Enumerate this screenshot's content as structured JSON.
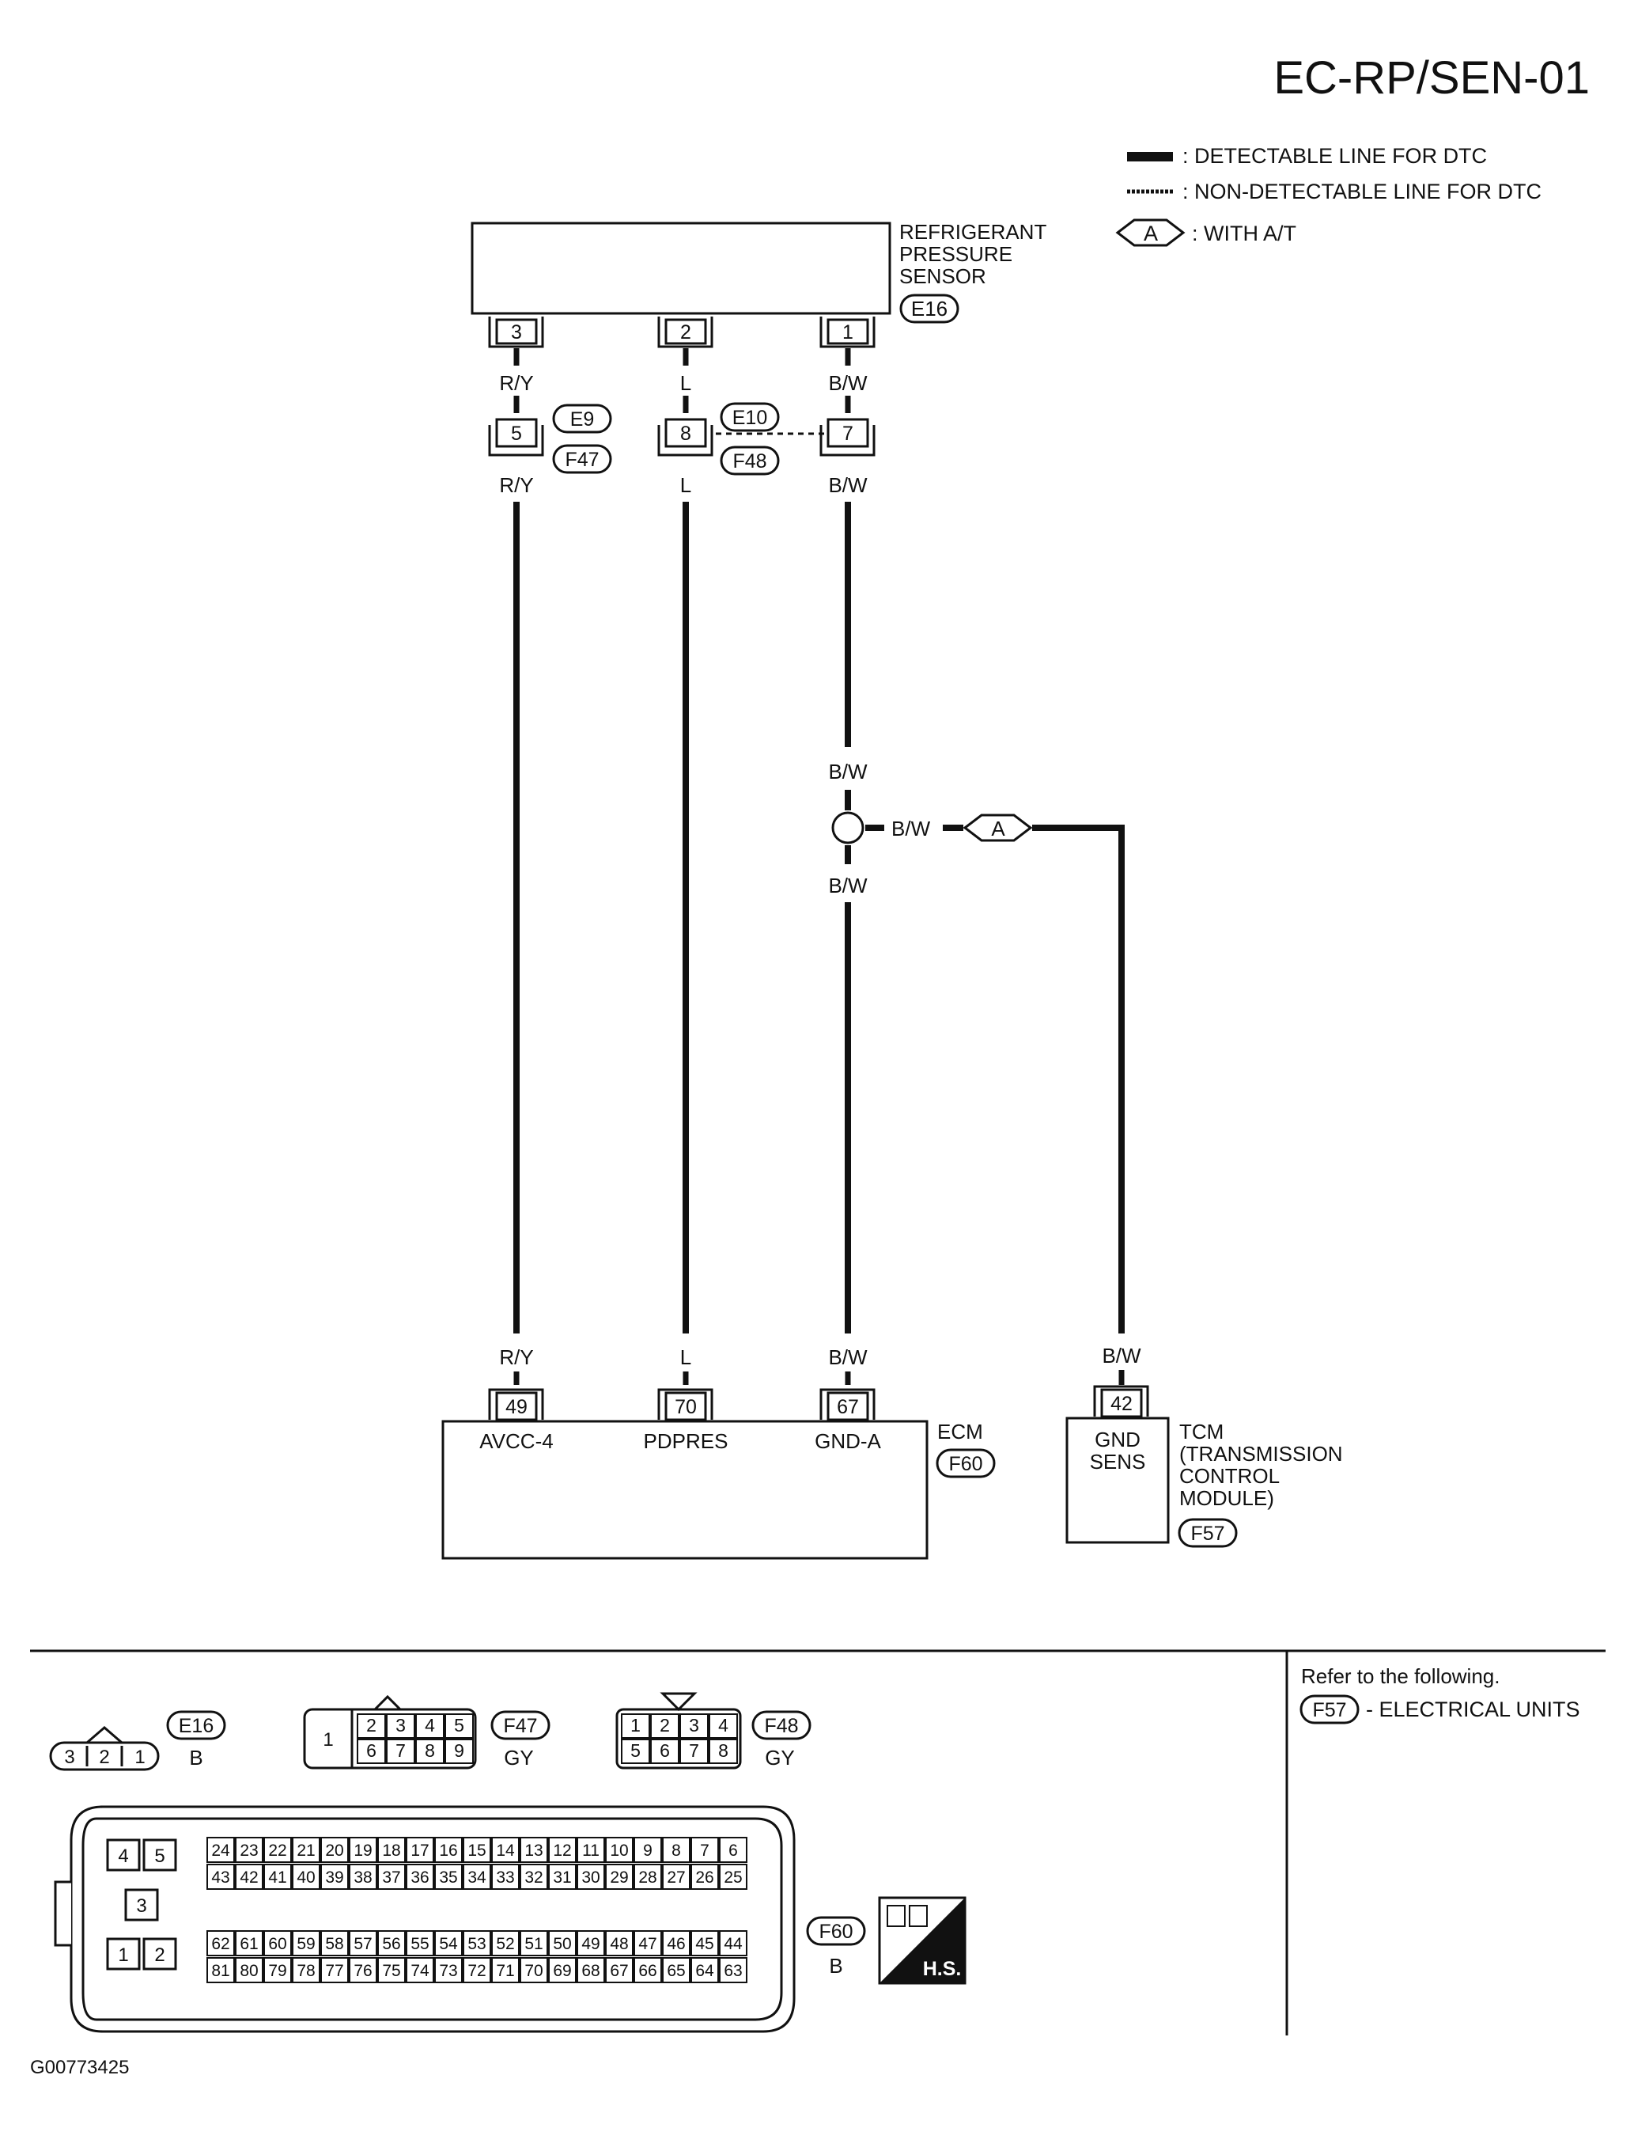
{
  "header": {
    "code": "EC-RP/SEN-01"
  },
  "legend": {
    "detectable": ": DETECTABLE LINE FOR DTC",
    "non_detectable": ": NON-DETECTABLE LINE FOR DTC",
    "with_at_symbol": "A",
    "with_at": ": WITH A/T"
  },
  "sensor": {
    "name_lines": [
      "REFRIGERANT",
      "PRESSURE",
      "SENSOR"
    ],
    "connector": "E16",
    "pins": [
      "3",
      "2",
      "1"
    ]
  },
  "wires": {
    "c1_top": "R/Y",
    "c2_top": "L",
    "c3_top": "B/W",
    "c1_mid": "R/Y",
    "c2_mid": "L",
    "c3_mid": "B/W",
    "c3_splice_top": "B/W",
    "splice_right": "B/W",
    "c3_splice_bottom": "B/W",
    "c1_bottom": "R/Y",
    "c2_bottom": "L",
    "c3_bottom": "B/W",
    "tcm_wire": "B/W"
  },
  "junction": {
    "left_pin": "5",
    "mid_pin": "8",
    "right_pin": "7",
    "conn_e9": "E9",
    "conn_f47": "F47",
    "conn_e10": "E10",
    "conn_f48": "F48"
  },
  "splice_option": "A",
  "ecm": {
    "name": "ECM",
    "connector": "F60",
    "pins": [
      "49",
      "70",
      "67"
    ],
    "terminals": [
      "AVCC-4",
      "PDPRES",
      "GND-A"
    ]
  },
  "tcm": {
    "pin": "42",
    "terminal_lines": [
      "GND",
      "SENS"
    ],
    "name_lines": [
      "TCM",
      "(TRANSMISSION",
      "CONTROL",
      "MODULE)"
    ],
    "connector": "F57"
  },
  "reference": {
    "title": "Refer to the following.",
    "connector": "F57",
    "text": "- ELECTRICAL UNITS"
  },
  "connector_views": {
    "e16": {
      "id": "E16",
      "color": "B",
      "pins": [
        "3",
        "2",
        "1"
      ]
    },
    "f47": {
      "id": "F47",
      "color": "GY",
      "big_pin": "1",
      "row1": [
        "2",
        "3",
        "4",
        "5"
      ],
      "row2": [
        "6",
        "7",
        "8",
        "9"
      ]
    },
    "f48": {
      "id": "F48",
      "color": "GY",
      "row1": [
        "1",
        "2",
        "3",
        "4"
      ],
      "row2": [
        "5",
        "6",
        "7",
        "8"
      ]
    },
    "f60": {
      "id": "F60",
      "color": "B",
      "left_pins": [
        "4",
        "5",
        "3",
        "1",
        "2"
      ],
      "row1": [
        "24",
        "23",
        "22",
        "21",
        "20",
        "19",
        "18",
        "17",
        "16",
        "15",
        "14",
        "13",
        "12",
        "11",
        "10",
        "9",
        "8",
        "7",
        "6"
      ],
      "row2": [
        "43",
        "42",
        "41",
        "40",
        "39",
        "38",
        "37",
        "36",
        "35",
        "34",
        "33",
        "32",
        "31",
        "30",
        "29",
        "28",
        "27",
        "26",
        "25"
      ],
      "row3": [
        "62",
        "61",
        "60",
        "59",
        "58",
        "57",
        "56",
        "55",
        "54",
        "53",
        "52",
        "51",
        "50",
        "49",
        "48",
        "47",
        "46",
        "45",
        "44"
      ],
      "row4": [
        "81",
        "80",
        "79",
        "78",
        "77",
        "76",
        "75",
        "74",
        "73",
        "72",
        "71",
        "70",
        "69",
        "68",
        "67",
        "66",
        "65",
        "64",
        "63"
      ],
      "hs_label": "H.S."
    }
  },
  "footer": {
    "image_code": "G00773425"
  }
}
